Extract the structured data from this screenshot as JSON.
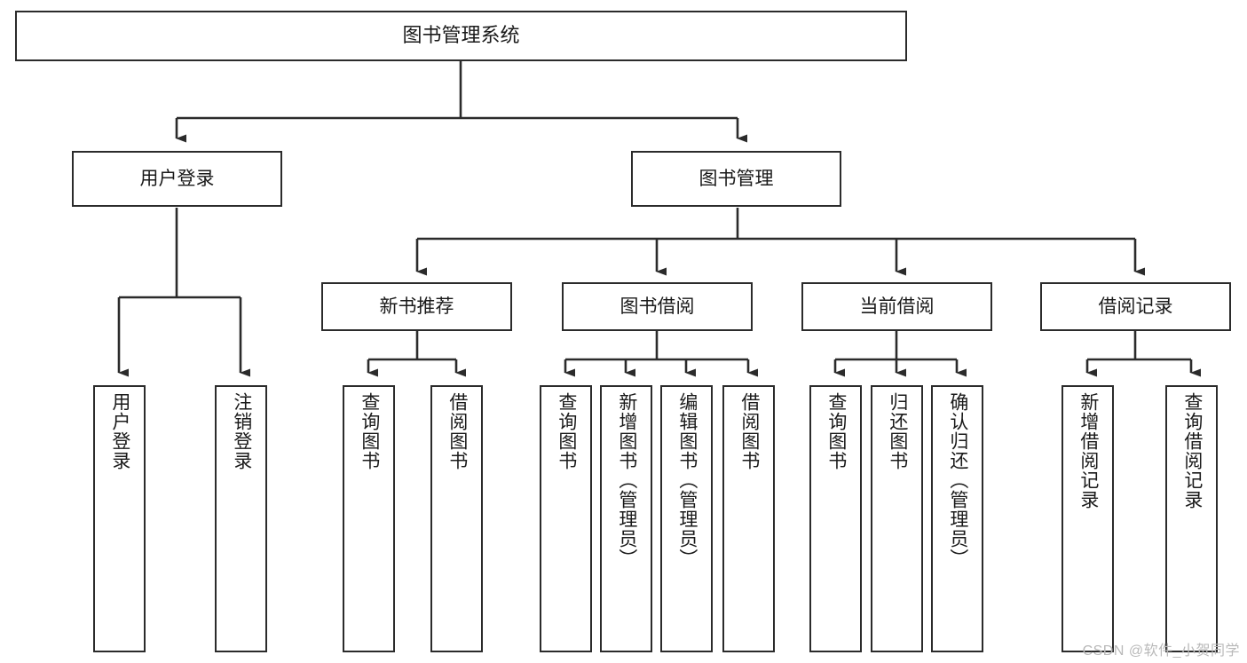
{
  "diagram": {
    "title": "图书管理系统",
    "type": "tree-hierarchy",
    "watermark": "CSDN @软件_小贺同学",
    "colors": {
      "box_border": "#2b2b2b",
      "box_fill": "#ffffff",
      "connector": "#2b2b2b",
      "text": "#1a1a1a",
      "watermark": "#b9b9b9"
    }
  },
  "nodes": {
    "root": {
      "label": "图书管理系统"
    },
    "level2": [
      {
        "label": "用户登录"
      },
      {
        "label": "图书管理"
      }
    ],
    "level3": [
      {
        "label": "新书推荐"
      },
      {
        "label": "图书借阅"
      },
      {
        "label": "当前借阅"
      },
      {
        "label": "借阅记录"
      }
    ],
    "leaves": {
      "user_login": [
        {
          "label": "用户登录"
        },
        {
          "label": "注销登录"
        }
      ],
      "new_book_recommend": [
        {
          "label": "查询图书"
        },
        {
          "label": "借阅图书"
        }
      ],
      "book_borrow": [
        {
          "label": "查询图书"
        },
        {
          "label": "新增图书（管理员）"
        },
        {
          "label": "编辑图书（管理员）"
        },
        {
          "label": "借阅图书"
        }
      ],
      "current_borrow": [
        {
          "label": "查询图书"
        },
        {
          "label": "归还图书"
        },
        {
          "label": "确认归还（管理员）"
        }
      ],
      "borrow_records": [
        {
          "label": "新增借阅记录"
        },
        {
          "label": "查询借阅记录"
        }
      ]
    }
  }
}
